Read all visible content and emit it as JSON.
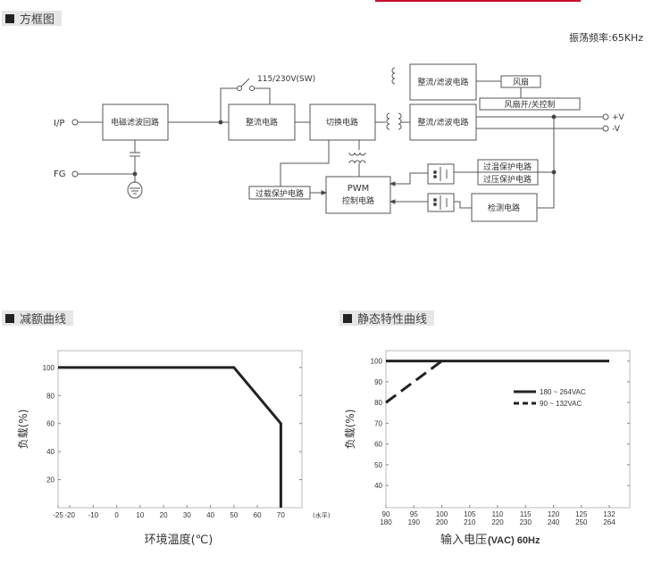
{
  "sections": {
    "block_diagram": "方框图",
    "derating": "减额曲线",
    "static": "静态特性曲线"
  },
  "oscillation_frequency": "振荡频率:65KHz",
  "diagram": {
    "ip": "I/P",
    "fg": "FG",
    "switch_label": "115/230V(SW)",
    "emi_filter": "电磁滤波回路",
    "rectifier": "整流电路",
    "switching": "切换电路",
    "rect_filter_top": "整流/滤波电路",
    "rect_filter_main": "整流/滤波电路",
    "fan": "风扇",
    "fan_control": "风扇开/关控制",
    "plus_v": "+V",
    "minus_v": "-V",
    "pwm_line1": "PWM",
    "pwm_line2": "控制电路",
    "overload": "过载保护电路",
    "over_temp": "过温保护电路",
    "over_voltage": "过压保护电路",
    "detection": "检测电路"
  },
  "chart_data": [
    {
      "type": "line",
      "title": "减额曲线",
      "xlabel": "环境温度(℃)",
      "xunit_note": "(水平)",
      "ylabel": "负载(%)",
      "xlim": [
        -25,
        79
      ],
      "ylim": [
        0,
        112
      ],
      "xticks": [
        -25,
        -20,
        -10,
        0,
        10,
        20,
        30,
        40,
        50,
        60,
        70
      ],
      "yticks": [
        20,
        40,
        60,
        80,
        100
      ],
      "series": [
        {
          "name": "derating",
          "x": [
            -25,
            50,
            70,
            70
          ],
          "y": [
            100,
            100,
            60,
            0
          ],
          "style": "solid"
        }
      ]
    },
    {
      "type": "line",
      "title": "静态特性曲线",
      "xlabel": "输入电压",
      "xlabel_suffix": "(VAC) 60Hz",
      "ylabel": "负载(%)",
      "ylim": [
        29.3,
        105
      ],
      "xticks_top": [
        "90",
        "95",
        "100",
        "105",
        "110",
        "115",
        "120",
        "125",
        "132"
      ],
      "xticks_bottom": [
        "180",
        "190",
        "200",
        "210",
        "220",
        "230",
        "240",
        "250",
        "264"
      ],
      "yticks": [
        40,
        50,
        60,
        70,
        80,
        90,
        100
      ],
      "legend_position": "top-right",
      "series": [
        {
          "name": "180 ~ 264VAC",
          "x_index": [
            0,
            8
          ],
          "y": [
            100,
            100
          ],
          "style": "solid"
        },
        {
          "name": "90 ~ 132VAC",
          "x_index": [
            0,
            2
          ],
          "y": [
            80,
            100
          ],
          "style": "dashed"
        }
      ]
    }
  ]
}
